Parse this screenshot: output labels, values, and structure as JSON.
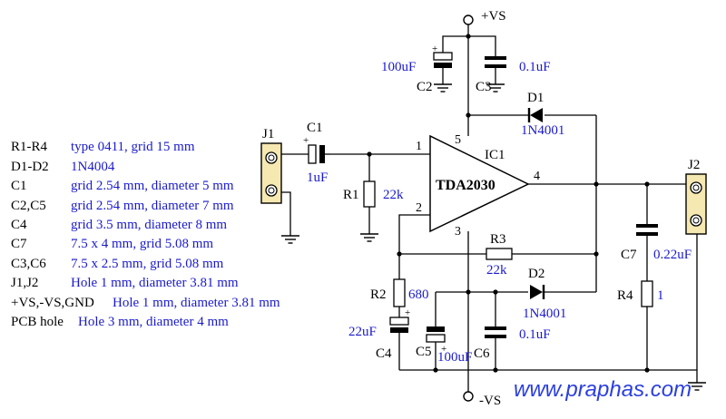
{
  "colors": {
    "component_text": "#000000",
    "value_text": "#1a1acc",
    "watermark": "#2b3fe0",
    "connector": "#f5e8b0"
  },
  "rails": {
    "positive": "+VS",
    "negative": "-VS"
  },
  "ic": {
    "ref": "IC1",
    "part": "TDA2030",
    "pins": [
      "1",
      "2",
      "3",
      "4",
      "5"
    ]
  },
  "components": {
    "c1": {
      "ref": "C1",
      "value": "1uF"
    },
    "c2": {
      "ref": "C2",
      "value": "100uF"
    },
    "c3": {
      "ref": "C3",
      "value": "0.1uF"
    },
    "c4": {
      "ref": "C4",
      "value": "22uF"
    },
    "c5": {
      "ref": "C5",
      "value": "100uF"
    },
    "c6": {
      "ref": "C6",
      "value": "0.1uF"
    },
    "c7": {
      "ref": "C7",
      "value": "0.22uF"
    },
    "r1": {
      "ref": "R1",
      "value": "22k"
    },
    "r2": {
      "ref": "R2",
      "value": "680"
    },
    "r3": {
      "ref": "R3",
      "value": "22k"
    },
    "r4": {
      "ref": "R4",
      "value": "1"
    },
    "d1": {
      "ref": "D1",
      "value": "1N4001"
    },
    "d2": {
      "ref": "D2",
      "value": "1N4001"
    },
    "j1": {
      "ref": "J1"
    },
    "j2": {
      "ref": "J2"
    }
  },
  "parts_list": [
    {
      "name": "R1-R4",
      "spec": "type 0411, grid 15 mm"
    },
    {
      "name": "D1-D2",
      "spec": "1N4004"
    },
    {
      "name": "C1",
      "spec": "grid 2.54 mm, diameter 5 mm"
    },
    {
      "name": "C2,C5",
      "spec": "grid 2.54 mm, diameter 7 mm"
    },
    {
      "name": "C4",
      "spec": "grid 3.5 mm, diameter 8 mm"
    },
    {
      "name": "C7",
      "spec": "7.5 x 4 mm, grid 5.08 mm"
    },
    {
      "name": "C3,C6",
      "spec": "7.5 x 2.5 mm, grid 5.08 mm"
    },
    {
      "name": "J1,J2",
      "spec": "Hole 1 mm, diameter 3.81 mm"
    },
    {
      "name": "+VS,-VS,GND",
      "spec": "Hole 1 mm, diameter 3.81 mm"
    },
    {
      "name": "PCB hole",
      "spec": "Hole 3 mm, diameter 4 mm"
    }
  ],
  "watermark": "www.praphas.com"
}
